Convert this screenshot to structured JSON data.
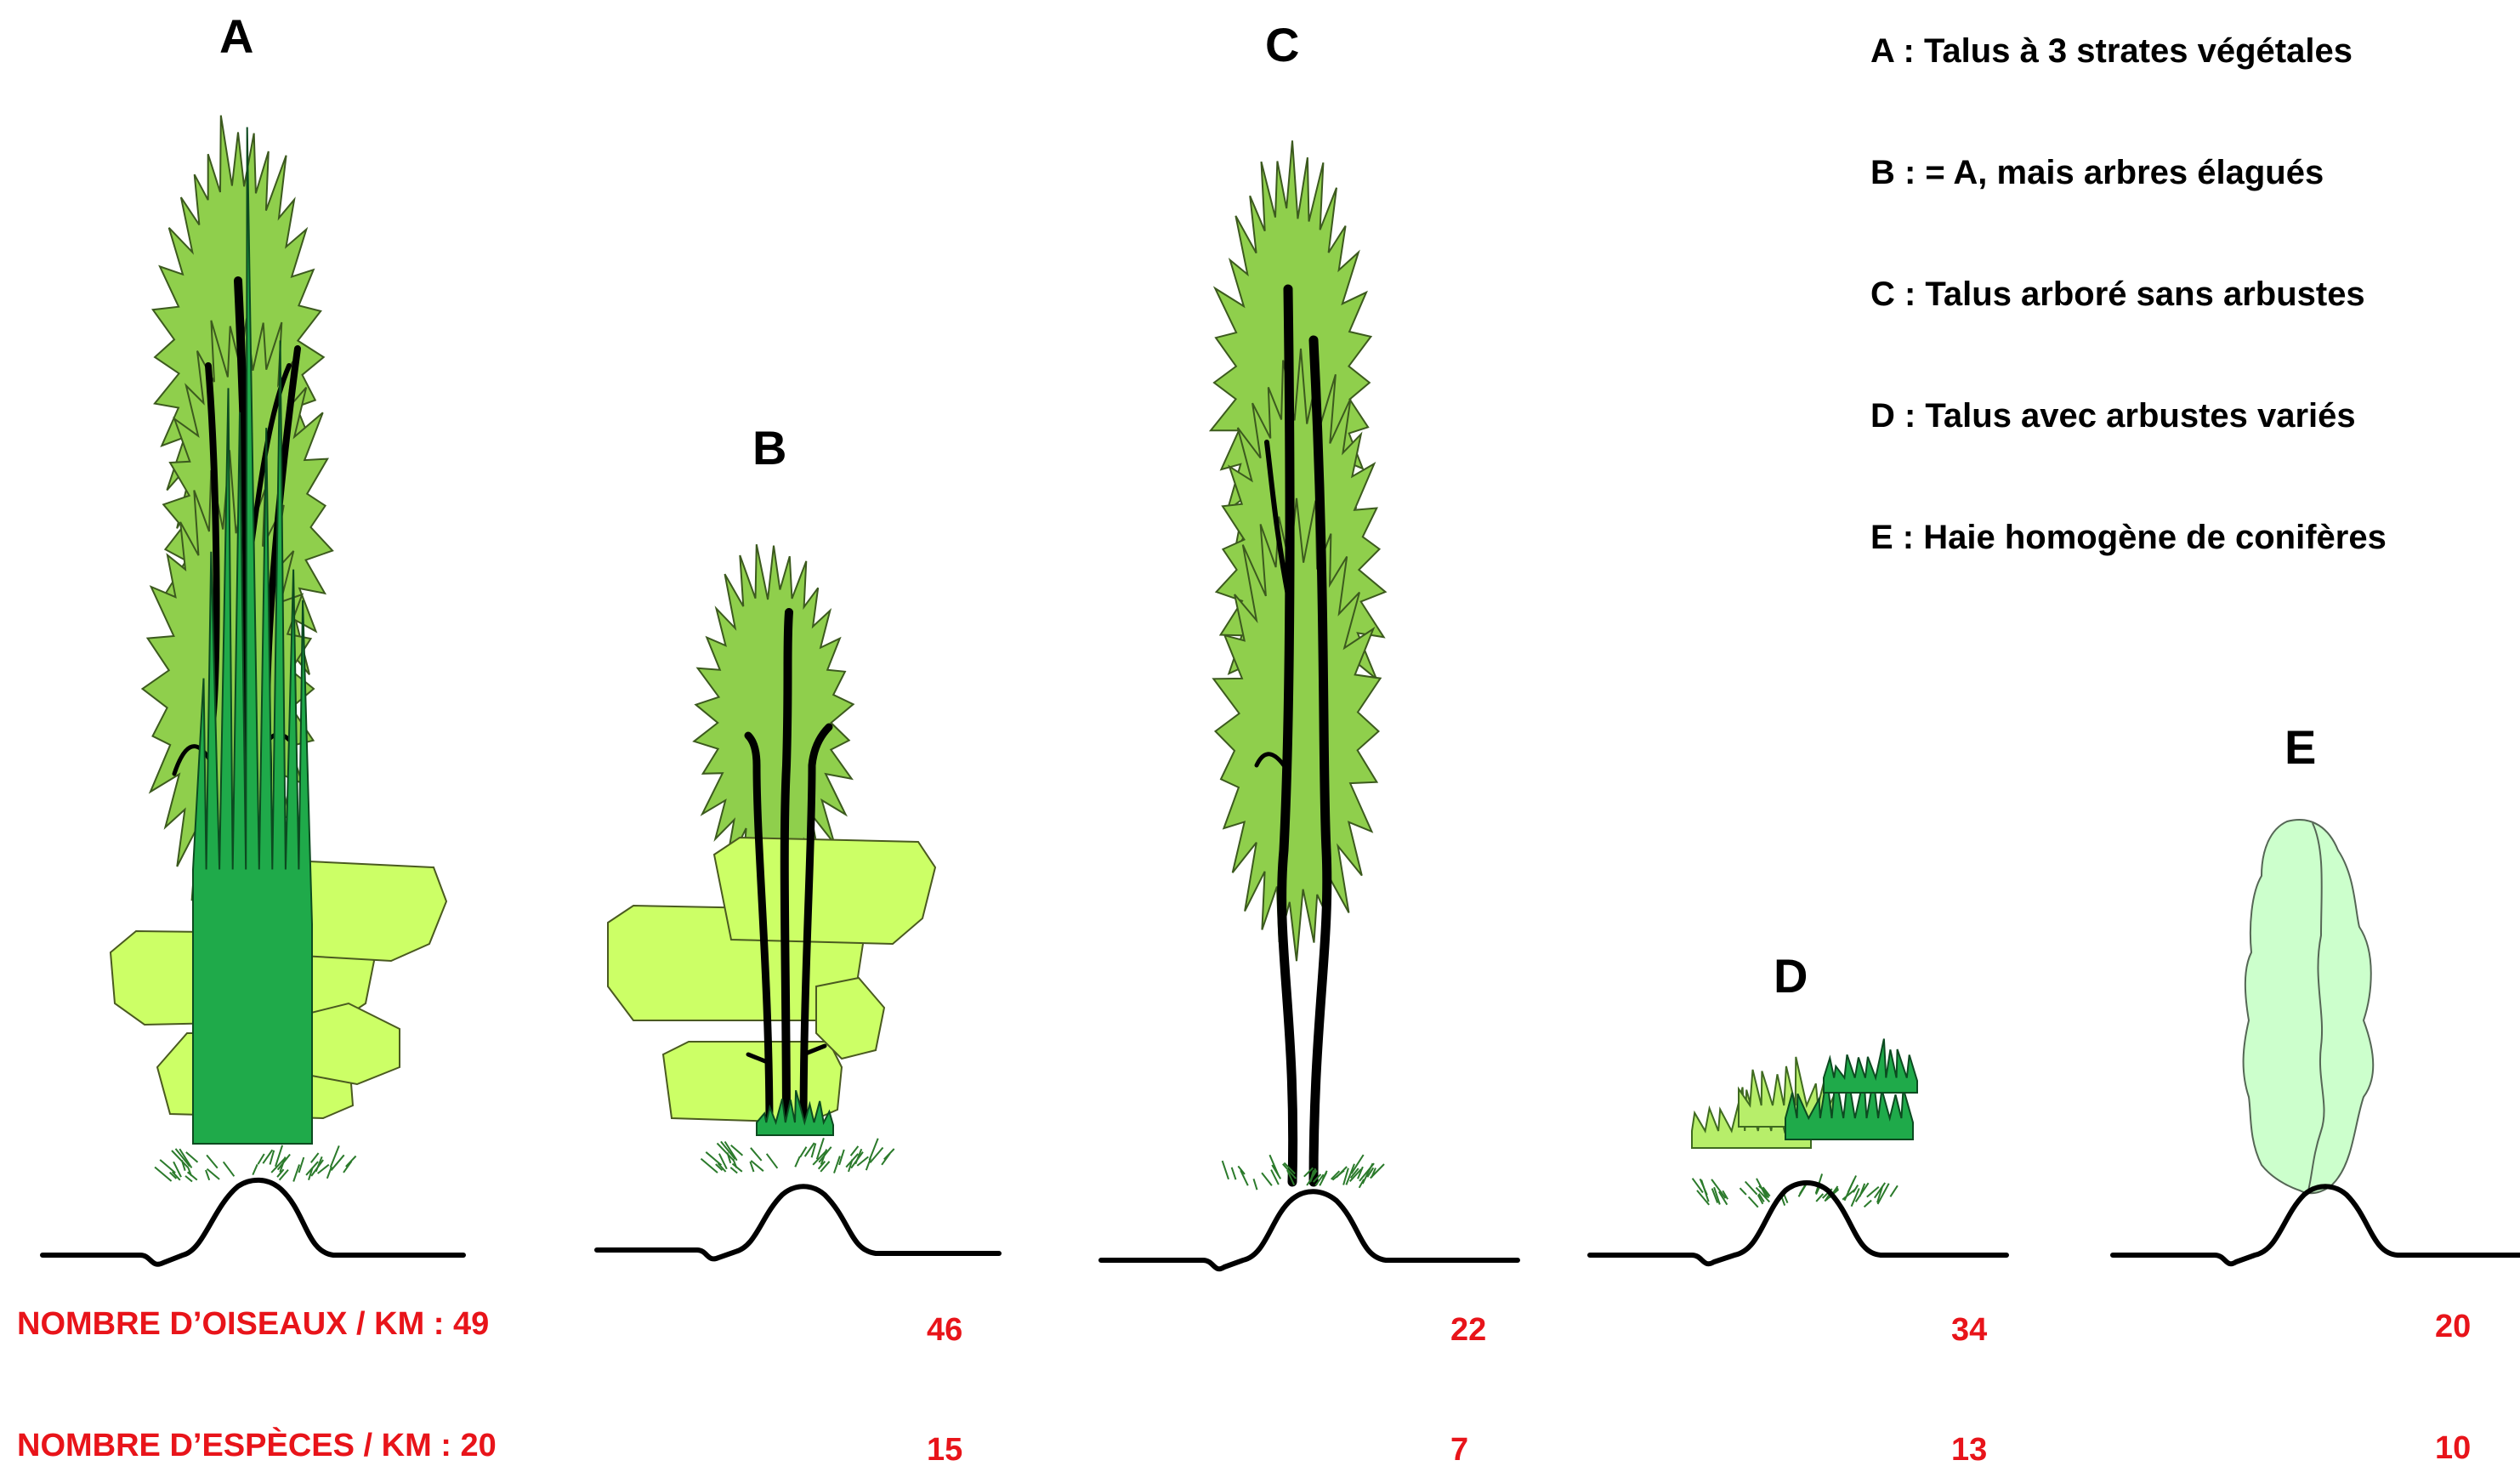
{
  "diagram": {
    "panels": [
      {
        "letter": "A",
        "birds": "49",
        "species": "20"
      },
      {
        "letter": "B",
        "birds": "46",
        "species": "15"
      },
      {
        "letter": "C",
        "birds": "22",
        "species": "7"
      },
      {
        "letter": "D",
        "birds": "34",
        "species": "13"
      },
      {
        "letter": "E",
        "birds": "20",
        "species": "10"
      }
    ],
    "legend": [
      "A : Talus à 3 strates végétales",
      "B : = A, mais arbres élagués",
      "C : Talus arboré sans arbustes",
      "D : Talus avec arbustes variés",
      "E : Haie homogène de conifères"
    ],
    "row_labels": {
      "birds": "NOMBRE D’OISEAUX / KM : 49",
      "species": "NOMBRE D’ESPÈCES / KM : 20"
    },
    "colors": {
      "tree_crown": "#8fcf4c",
      "bush": "#ccff66",
      "shrub": "#1faa4a",
      "conifer": "#ccffcc",
      "stat_text": "#e8141a"
    }
  }
}
